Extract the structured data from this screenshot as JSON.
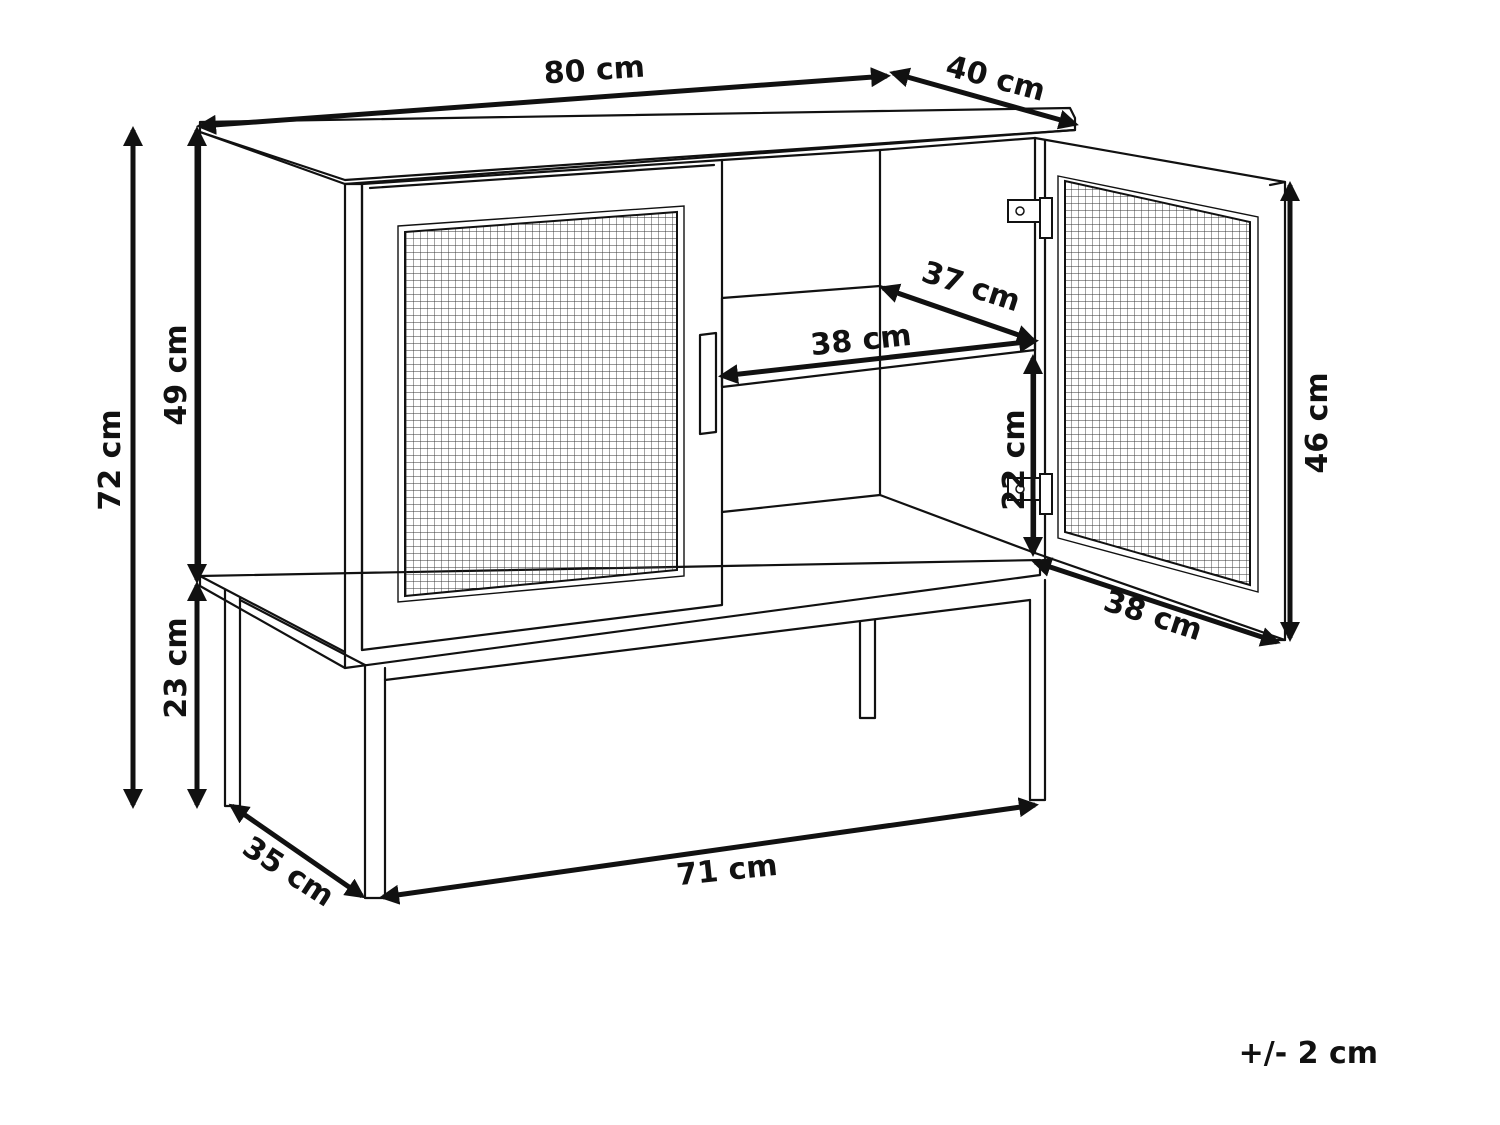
{
  "dimensions": {
    "width_top": "80 cm",
    "depth_top": "40 cm",
    "height_total": "72 cm",
    "height_body": "49 cm",
    "height_legs": "23 cm",
    "shelf_depth": "37 cm",
    "shelf_width": "38 cm",
    "shelf_height": "22 cm",
    "door_height": "46 cm",
    "door_width": "38 cm",
    "leg_depth": "35 cm",
    "leg_width": "71 cm"
  },
  "tolerance": "+/- 2 cm"
}
